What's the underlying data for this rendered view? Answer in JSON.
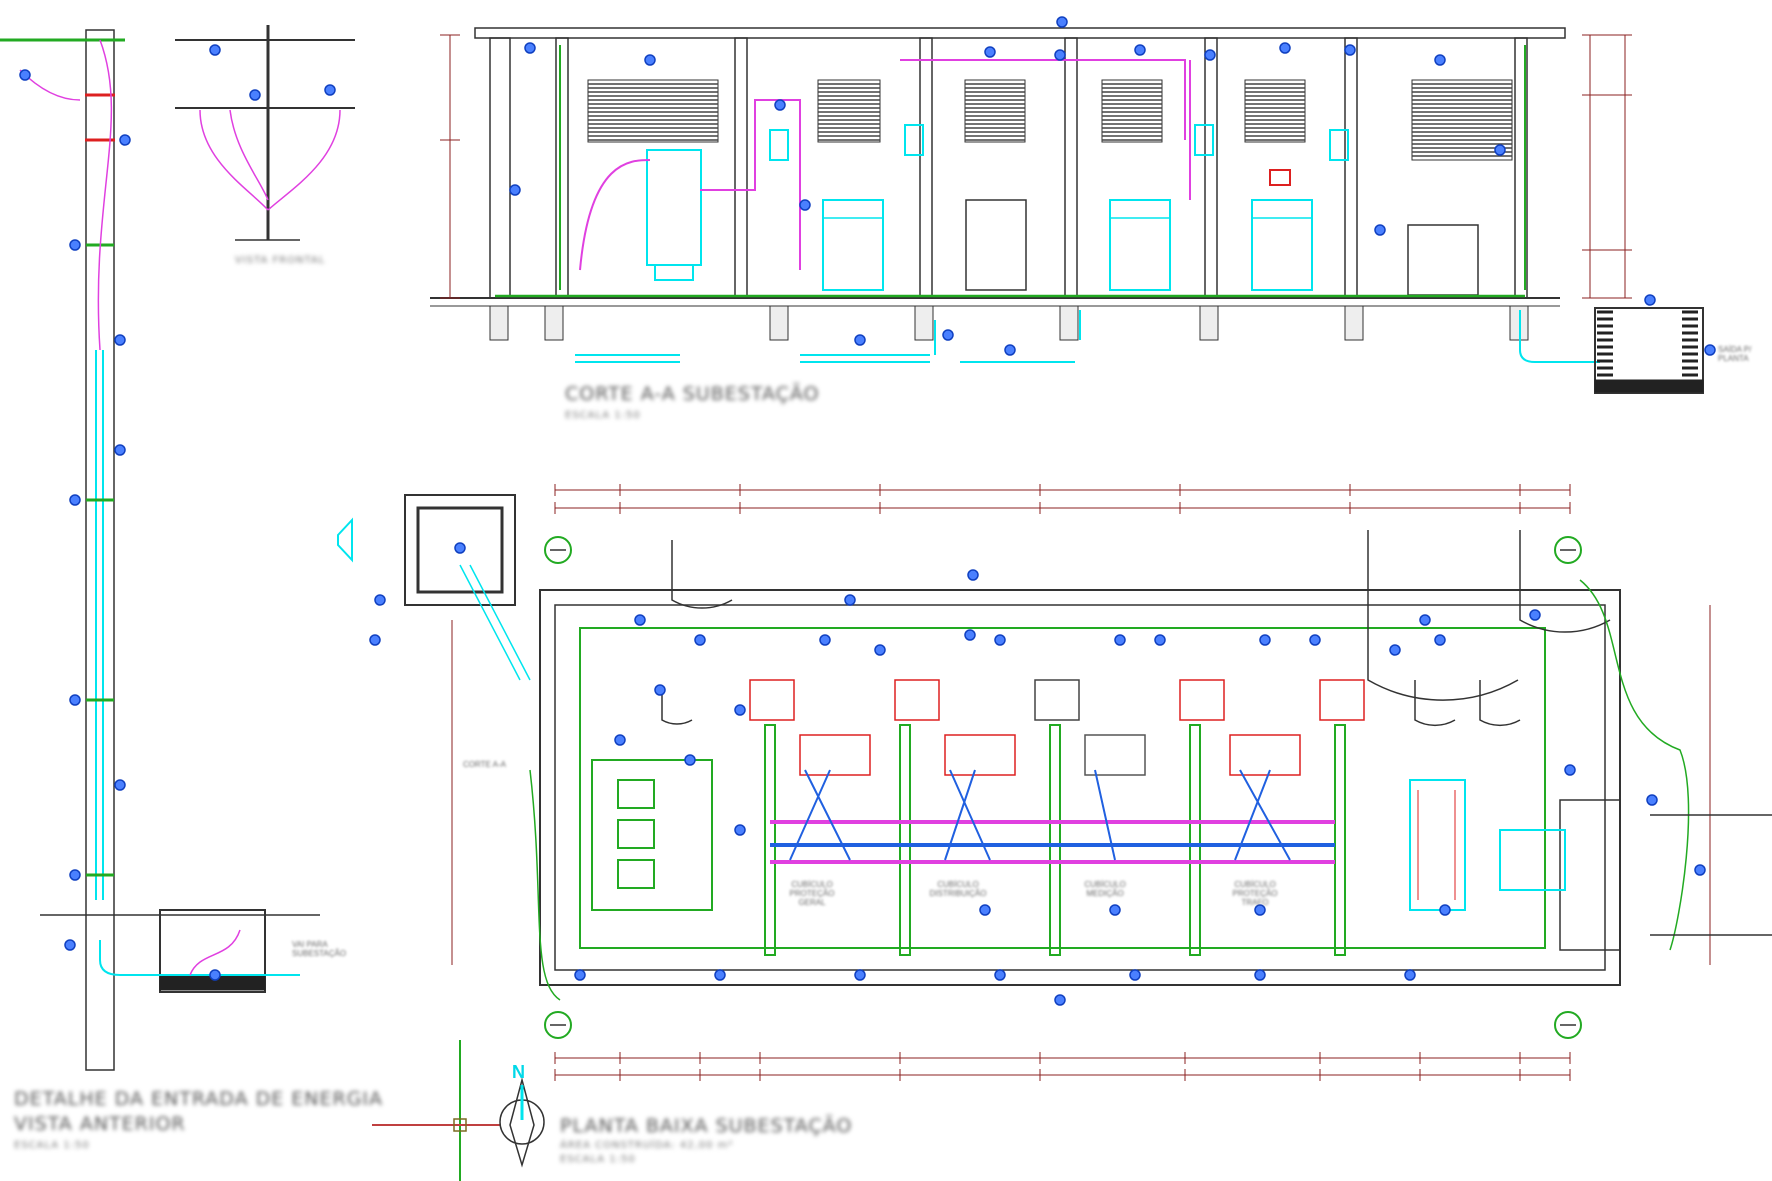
{
  "titles": {
    "section": {
      "title": "CORTE A-A SUBESTAÇÃO",
      "scale": "ESCALA 1:50"
    },
    "plan": {
      "title": "PLANTA BAIXA SUBESTAÇÃO",
      "subtitle": "ÁREA CONSTRUÍDA: 42,00 m²",
      "scale": "ESCALA 1:50"
    },
    "entry": {
      "title": "DETALHE DA ENTRADA DE ENERGIA",
      "subtitle": "VISTA ANTERIOR",
      "scale": "ESCALA 1:50"
    },
    "pole_top": "VISTA FRONTAL"
  },
  "labels": {
    "north": "N",
    "cut_mark": "CORTE A-A",
    "plan_rooms": [
      "CUBÍCULO PROTEÇÃO GERAL",
      "CUBÍCULO DISTRIBUIÇÃO",
      "CUBÍCULO MEDIÇÃO",
      "CUBÍCULO PROTEÇÃO TRAFO"
    ],
    "to_substation": "VAI PARA SUBESTAÇÃO",
    "to_plant": "SAÍDA P/ PLANTA"
  },
  "colors": {
    "cyan": "#00e5ee",
    "magenta": "#e040e0",
    "green": "#22aa22",
    "darkgreen": "#1a5a1a",
    "red": "#dd2020",
    "blue": "#2060e0",
    "dim": "#8b2020",
    "wall": "#333333"
  }
}
